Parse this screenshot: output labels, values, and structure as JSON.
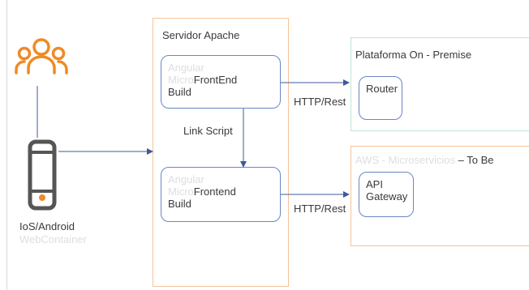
{
  "users": {
    "icon": "users-icon"
  },
  "device": {
    "icon": "mobile-phone-icon",
    "label_line1": "IoS/Android",
    "label_line2": "WebContainer"
  },
  "apache": {
    "title": "Servidor Apache",
    "box1": {
      "line1": "Angular",
      "line2_faint": "Micro",
      "line2_dark": "FrontEnd",
      "line3": "Build"
    },
    "link_label": "Link Script",
    "box2": {
      "line1": "Angular",
      "line2_faint": "Micro",
      "line2_dark": "Frontend",
      "line3": "Build"
    }
  },
  "onprem": {
    "title": "Plataforma On - Premise",
    "router": "Router",
    "edge_label": "HTTP/Rest"
  },
  "aws": {
    "title_faint": "AWS - Microservicios",
    "title_dark": " – To Be",
    "gateway_line1": "API",
    "gateway_line2": "Gateway",
    "edge_label": "HTTP/Rest"
  },
  "colors": {
    "accent_orange": "#f08a24",
    "line_blue": "#3d5a99",
    "onprem_border": "#bfe3dc",
    "apache_border": "#f5c49a"
  }
}
